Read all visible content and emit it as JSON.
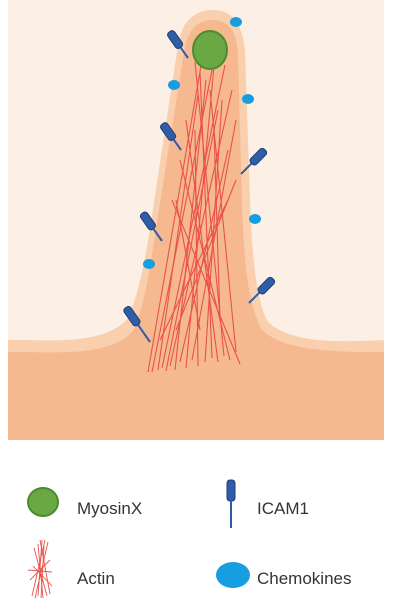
{
  "diagram": {
    "colors": {
      "background_tissue": "#fcf0e6",
      "cell_body": "#f6b98f",
      "cell_halo": "#f9cfae",
      "actin": "#e8524a",
      "myosin_fill": "#69a843",
      "myosin_stroke": "#4e8a2f",
      "icam_fill": "#2f5da7",
      "icam_stroke": "#1f3f78",
      "chemokine": "#169ee0"
    },
    "legend": {
      "myosin_label": "MyosinX",
      "icam_label": "ICAM1",
      "actin_label": "Actin",
      "chemokine_label": "Chemokines"
    }
  }
}
